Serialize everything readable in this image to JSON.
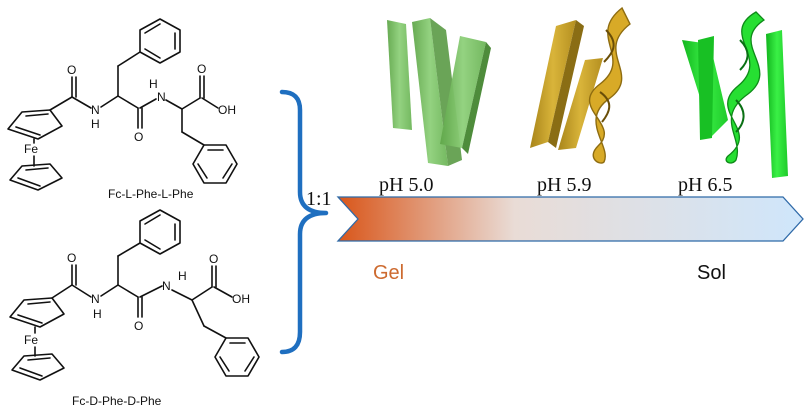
{
  "molecules": [
    {
      "id": "top",
      "label": "Fc-L-Phe-L-Phe",
      "atoms": {
        "fe": "Fe",
        "o": "O",
        "n": "N",
        "h": "H",
        "oh": "OH"
      }
    },
    {
      "id": "bottom",
      "label": "Fc-D-Phe-D-Phe",
      "atoms": {
        "fe": "Fe",
        "o": "O",
        "n": "N",
        "h": "H",
        "oh": "OH"
      }
    }
  ],
  "ratio_label": "1:1",
  "ph_labels": [
    "pH 5.0",
    "pH 5.9",
    "pH 6.5"
  ],
  "state_labels": {
    "start": "Gel",
    "end": "Sol"
  },
  "colors": {
    "bracket": "#1f6fc0",
    "gel_text": "#cd6a2f",
    "sol_text": "#111111",
    "arrow_start": "#d9561a",
    "arrow_mid": "#e9dcd6",
    "arrow_end": "#cfe6fb",
    "arrow_outline": "#2f6aa8",
    "fiber_ph50": "#7fc469",
    "fiber_ph59": "#c9a52a",
    "fiber_ph65": "#2ee23a"
  }
}
